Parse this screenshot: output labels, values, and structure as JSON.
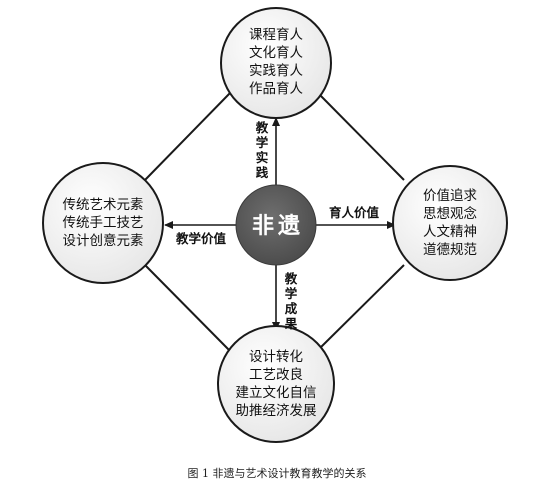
{
  "center": {
    "label": "非遗"
  },
  "nodes": {
    "top": {
      "lines": [
        "课程育人",
        "文化育人",
        "实践育人",
        "作品育人"
      ]
    },
    "left": {
      "lines": [
        "传统艺术元素",
        "传统手工技艺",
        "设计创意元素"
      ]
    },
    "right": {
      "lines": [
        "价值追求",
        "思想观念",
        "人文精神",
        "道德规范"
      ]
    },
    "bottom": {
      "lines": [
        "设计转化",
        "工艺改良",
        "建立文化自信",
        "助推经济发展"
      ]
    }
  },
  "arrows": {
    "up": {
      "chars": [
        "教",
        "学",
        "实",
        "践"
      ]
    },
    "down": {
      "chars": [
        "教",
        "学",
        "成",
        "果"
      ]
    },
    "left": {
      "label": "教学价值"
    },
    "right": {
      "label": "育人价值"
    }
  },
  "caption": "图 1 非遗与艺术设计教育教学的关系",
  "colors": {
    "center_fill": "#5f5f5f",
    "node_fill": "#f2f2f2",
    "stroke": "#1a1a1a"
  }
}
